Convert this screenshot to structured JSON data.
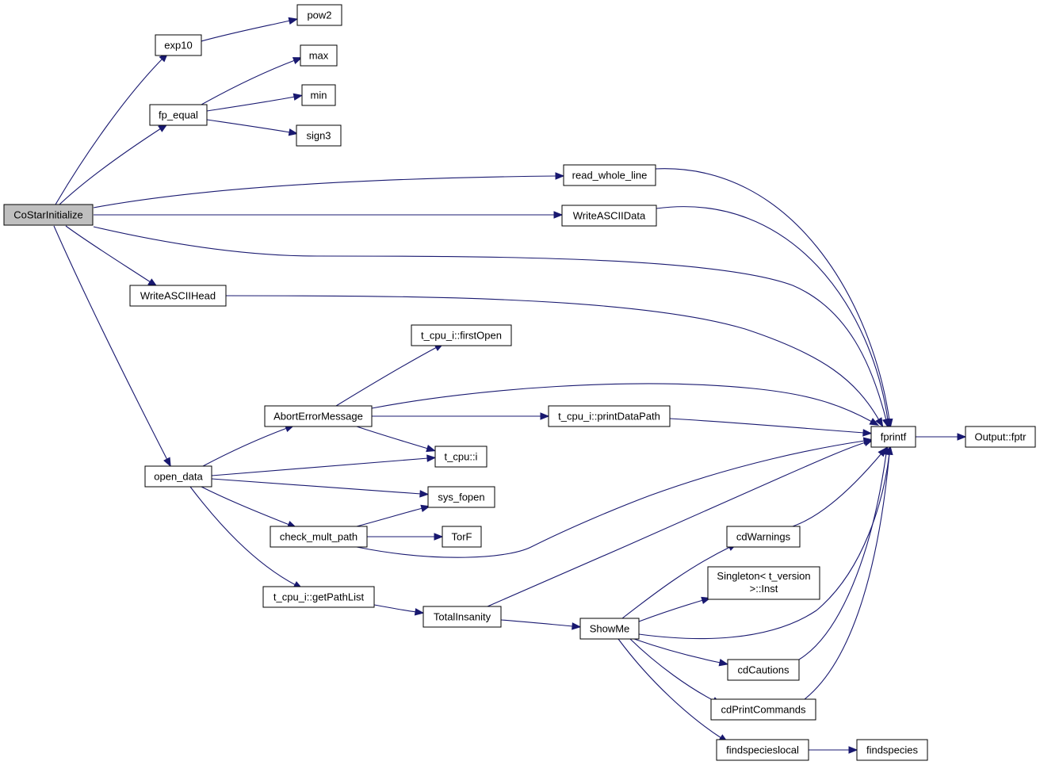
{
  "colors": {
    "edge": "#191970",
    "root_fill": "#bfbfbf",
    "node_fill": "#ffffff",
    "node_border": "#000000"
  },
  "nodes": [
    {
      "id": "costar",
      "label": "CoStarInitialize",
      "root": true
    },
    {
      "id": "exp10",
      "label": "exp10"
    },
    {
      "id": "pow2",
      "label": "pow2"
    },
    {
      "id": "max",
      "label": "max"
    },
    {
      "id": "fp_equal",
      "label": "fp_equal"
    },
    {
      "id": "min",
      "label": "min"
    },
    {
      "id": "sign3",
      "label": "sign3"
    },
    {
      "id": "read_whole_line",
      "label": "read_whole_line"
    },
    {
      "id": "writeasciidata",
      "label": "WriteASCIIData"
    },
    {
      "id": "writeasciihead",
      "label": "WriteASCIIHead"
    },
    {
      "id": "firstopen",
      "label": "t_cpu_i::firstOpen"
    },
    {
      "id": "aborterror",
      "label": "AbortErrorMessage"
    },
    {
      "id": "printdatapath",
      "label": "t_cpu_i::printDataPath"
    },
    {
      "id": "fprintf",
      "label": "fprintf"
    },
    {
      "id": "outputfptr",
      "label": "Output::fptr"
    },
    {
      "id": "tcpui",
      "label": "t_cpu::i"
    },
    {
      "id": "opendata",
      "label": "open_data"
    },
    {
      "id": "sysfopen",
      "label": "sys_fopen"
    },
    {
      "id": "checkmultpath",
      "label": "check_mult_path"
    },
    {
      "id": "torf",
      "label": "TorF"
    },
    {
      "id": "cdwarnings",
      "label": "cdWarnings"
    },
    {
      "id": "singleton",
      "label": "Singleton< t_version",
      "label2": ">::Inst"
    },
    {
      "id": "getpathlist",
      "label": "t_cpu_i::getPathList"
    },
    {
      "id": "totalinsanity",
      "label": "TotalInsanity"
    },
    {
      "id": "showme",
      "label": "ShowMe"
    },
    {
      "id": "cdcautions",
      "label": "cdCautions"
    },
    {
      "id": "cdprintcommands",
      "label": "cdPrintCommands"
    },
    {
      "id": "findspecieslocal",
      "label": "findspecieslocal"
    },
    {
      "id": "findspecies",
      "label": "findspecies"
    }
  ],
  "edges": [
    [
      "costar",
      "exp10"
    ],
    [
      "costar",
      "fp_equal"
    ],
    [
      "costar",
      "read_whole_line"
    ],
    [
      "costar",
      "writeasciidata"
    ],
    [
      "costar",
      "fprintf"
    ],
    [
      "costar",
      "writeasciihead"
    ],
    [
      "costar",
      "opendata"
    ],
    [
      "exp10",
      "pow2"
    ],
    [
      "fp_equal",
      "max"
    ],
    [
      "fp_equal",
      "min"
    ],
    [
      "fp_equal",
      "sign3"
    ],
    [
      "read_whole_line",
      "fprintf"
    ],
    [
      "writeasciidata",
      "fprintf"
    ],
    [
      "writeasciihead",
      "fprintf"
    ],
    [
      "aborterror",
      "firstopen"
    ],
    [
      "aborterror",
      "fprintf"
    ],
    [
      "aborterror",
      "printdatapath"
    ],
    [
      "aborterror",
      "tcpui"
    ],
    [
      "printdatapath",
      "fprintf"
    ],
    [
      "fprintf",
      "outputfptr"
    ],
    [
      "opendata",
      "aborterror"
    ],
    [
      "opendata",
      "tcpui"
    ],
    [
      "opendata",
      "sysfopen"
    ],
    [
      "opendata",
      "checkmultpath"
    ],
    [
      "opendata",
      "getpathlist"
    ],
    [
      "checkmultpath",
      "sysfopen"
    ],
    [
      "checkmultpath",
      "torf"
    ],
    [
      "checkmultpath",
      "fprintf"
    ],
    [
      "getpathlist",
      "totalinsanity"
    ],
    [
      "totalinsanity",
      "fprintf"
    ],
    [
      "totalinsanity",
      "showme"
    ],
    [
      "showme",
      "cdwarnings"
    ],
    [
      "showme",
      "singleton"
    ],
    [
      "showme",
      "fprintf"
    ],
    [
      "showme",
      "cdcautions"
    ],
    [
      "showme",
      "cdprintcommands"
    ],
    [
      "showme",
      "findspecieslocal"
    ],
    [
      "cdwarnings",
      "fprintf"
    ],
    [
      "cdcautions",
      "fprintf"
    ],
    [
      "cdprintcommands",
      "fprintf"
    ],
    [
      "findspecieslocal",
      "findspecies"
    ]
  ]
}
